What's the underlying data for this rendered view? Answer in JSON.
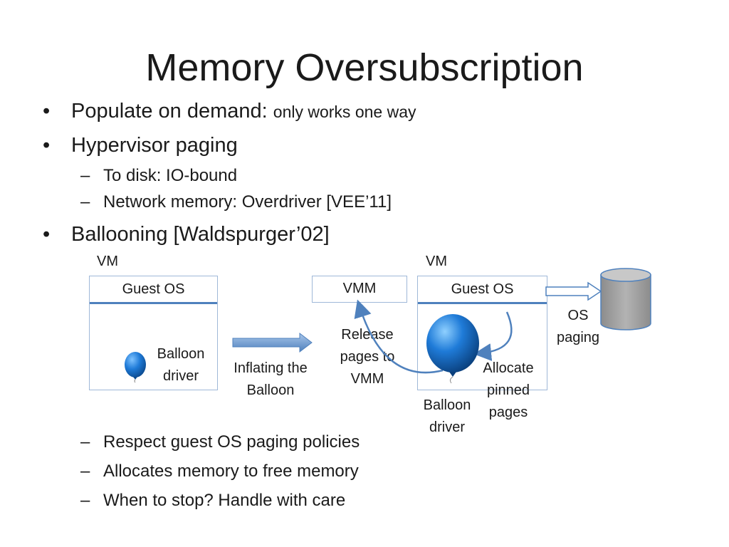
{
  "title": "Memory Oversubscription",
  "bullets": {
    "b1_main": "Populate on demand: ",
    "b1_small": "only works one way",
    "b2": "Hypervisor paging",
    "b2_sub1": "To disk: IO-bound",
    "b2_sub2": "Network memory: Overdriver [VEE’11]",
    "b3": "Ballooning [Waldspurger’02]",
    "b3_sub1": "Respect guest OS paging policies",
    "b3_sub2": "Allocates memory to free memory",
    "b3_sub3": "When to stop? Handle with care",
    "bullet_glyph": "•",
    "dash_glyph": "–"
  },
  "diagram": {
    "vm1_label": "VM",
    "vm2_label": "VM",
    "guest_os1": "Guest OS",
    "guest_os2": "Guest OS",
    "vmm": "VMM",
    "balloon_driver1": [
      "Balloon",
      "driver"
    ],
    "balloon_driver2": [
      "Balloon",
      "driver"
    ],
    "inflating": [
      "Inflating the",
      "Balloon"
    ],
    "release": [
      "Release",
      "pages to",
      "VMM"
    ],
    "allocate": [
      "Allocate",
      "pinned",
      "pages"
    ],
    "os_paging": [
      "OS",
      "paging"
    ],
    "colors": {
      "accent": "#4f81bd",
      "balloon": "#1f7bd8",
      "disk": "#a6a6a6"
    }
  }
}
